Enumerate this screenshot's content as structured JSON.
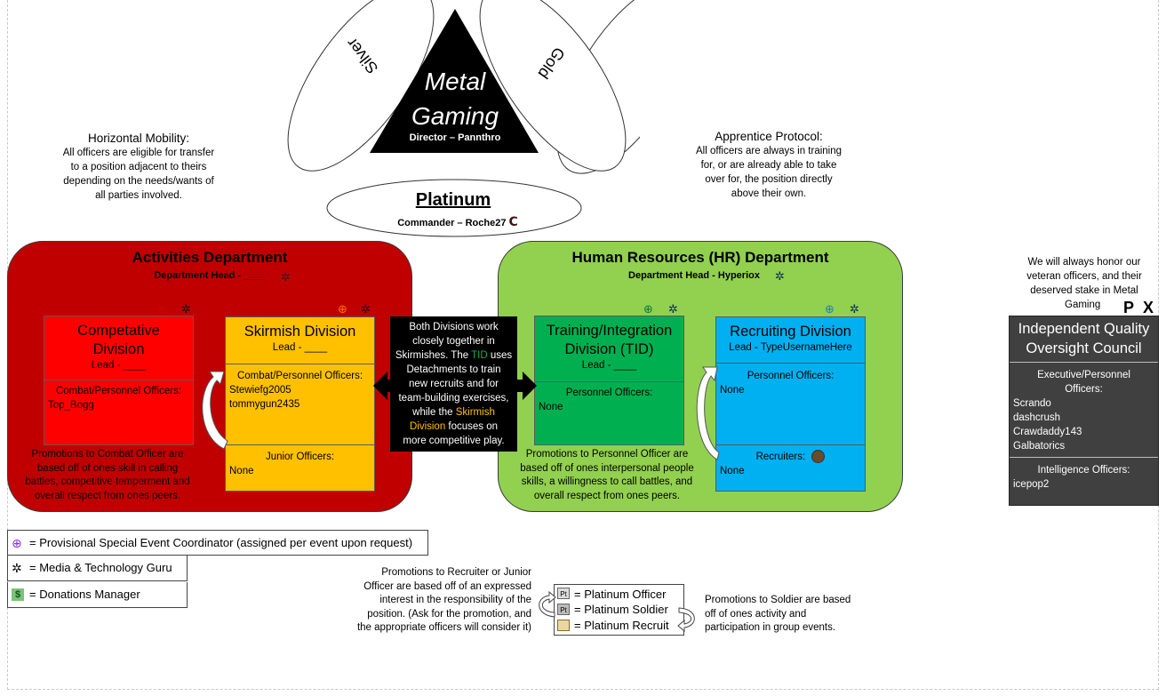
{
  "top": {
    "tri_title_line1": "Metal",
    "tri_title_line2": "Gaming",
    "director": "Director – Pannthro",
    "silver": "Silver",
    "gold": "Gold",
    "platinum": "Platinum",
    "commander": "Commander – Roche27"
  },
  "notes": {
    "horizontal_title": "Horizontal Mobility:",
    "horizontal_lines": [
      "All officers are eligible for transfer",
      "to a position adjacent to theirs",
      "depending on the needs/wants of",
      "all parties involved."
    ],
    "apprentice_title": "Apprentice Protocol:",
    "apprentice_lines": [
      "All officers are always in training",
      "for, or are already able to take",
      "over for, the position directly",
      "above their own."
    ],
    "veteran_lines": [
      "We will always honor our",
      "veteran officers, and their",
      "deserved stake in Metal",
      "Gaming"
    ]
  },
  "activities": {
    "title": "Activities Department",
    "head": "Department Head - ____",
    "competative": {
      "name_line1": "Competative",
      "name_line2": "Division",
      "lead": "Lead - ____",
      "officers_label": "Combat/Personnel Officers:",
      "officers": [
        "Top_Bogg"
      ]
    },
    "skirmish": {
      "name": "Skirmish Division",
      "lead": "Lead - ____",
      "officers_label": "Combat/Personnel Officers:",
      "officers": [
        "Stewiefg2005",
        "tommygun2435"
      ],
      "junior_label": "Junior Officers:",
      "junior": "None"
    },
    "promo_lines": [
      "Promotions to Combat Officer are",
      "based off of ones skill in calling",
      "battles, competitive temperment and",
      "overall respect from ones peers."
    ]
  },
  "center_box": {
    "l1": "Both Divisions work",
    "l2": "closely together in",
    "l3a": "Skirmishes. The ",
    "l3b": "TID",
    "l3c": " uses",
    "l4": "Detachments to train",
    "l5": "new recruits and for",
    "l6": "team-building exercises,",
    "l7a": "while the ",
    "l7b": "Skirmish",
    "l8a": "Division",
    "l8b": " focuses on",
    "l9": "more competitive play."
  },
  "hr": {
    "title": "Human Resources (HR) Department",
    "head": "Department Head - Hyperiox",
    "tid": {
      "name_line1": "Training/Integration",
      "name_line2": "Division (TID)",
      "lead": "Lead - ____",
      "officers_label": "Personnel Officers:",
      "officers": "None"
    },
    "recruiting": {
      "name": "Recruiting Division",
      "lead": "Lead - TypeUsernameHere",
      "officers_label": "Personnel Officers:",
      "officers": "None",
      "recruiters_label": "Recruiters:",
      "recruiters": "None"
    },
    "promo_lines": [
      "Promotions to Personnel Officer are",
      "based off of ones interpersonal people",
      "skills, a willingness to call battles, and",
      "overall respect from ones peers."
    ]
  },
  "iq": {
    "title_line1": "Independent Quality",
    "title_line2": "Oversight Council",
    "exec_label_line1": "Executive/Personnel",
    "exec_label_line2": "Officers:",
    "exec": [
      "Scrando",
      "dashcrush",
      "Crawdaddy143",
      "Galbatorics"
    ],
    "intel_label": "Intelligence Officers:",
    "intel": [
      "icepop2"
    ]
  },
  "legend": {
    "coordinator": "= Provisional Special Event Coordinator (assigned per event upon request)",
    "media": "= Media & Technology Guru",
    "donations": "= Donations Manager"
  },
  "promo_bottom": {
    "recruiter_lines": [
      "Promotions to Recruiter or Junior",
      "Officer are based off of an expressed",
      "interest in the responsibility of the",
      "position. (Ask for the promotion, and",
      "the appropriate officers will consider it)"
    ],
    "soldier_lines": [
      "Promotions to Soldier are based",
      "off of ones activity and",
      "participation in group events."
    ]
  },
  "platinum_legend": {
    "officer": "= Platinum Officer",
    "soldier": "= Platinum Soldier",
    "recruit": "= Platinum Recruit",
    "badge": "Pt"
  },
  "colors": {
    "activities_bg": "#c00000",
    "competative_bg": "#ff0000",
    "skirmish_bg": "#ffc000",
    "hr_bg": "#92d050",
    "tid_bg": "#00b050",
    "recruiting_bg": "#00b0f0",
    "iq_bg": "#404040",
    "tid_text": "#00b050",
    "skirmish_text": "#ffc000"
  }
}
